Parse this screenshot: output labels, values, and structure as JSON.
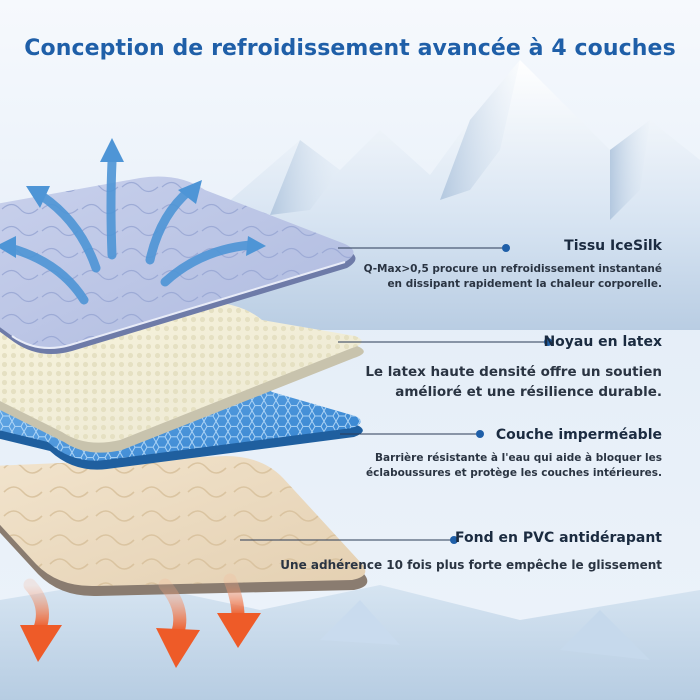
{
  "title": "Conception de refroidissement avancée à 4 couches",
  "layers": [
    {
      "name": "Tissu IceSilk",
      "description": "Q-Max>0,5 procure un refroidissement instantané en dissipant rapidement la chaleur corporelle."
    },
    {
      "name": "Noyau en latex",
      "description": "Le latex haute densité offre un soutien amélioré et une résilience durable."
    },
    {
      "name": "Couche imperméable",
      "description": "Barrière résistante à l'eau qui aide à bloquer les éclaboussures et protège les couches intérieures."
    },
    {
      "name": "Fond en PVC antidérapant",
      "description": "Une adhérence 10 fois plus forte empêche le glissement"
    }
  ],
  "colors": {
    "title": "#1f5fa8",
    "accent": "#1f5fa8",
    "top_layer": "#bfc9e6",
    "latex_layer": "#f3f0e2",
    "waterproof_layer": "#3f8fd8",
    "pvc_layer": "#ead9c0",
    "cool_arrow": "#4e95d6",
    "warm_arrow": "#ef6f3c"
  }
}
